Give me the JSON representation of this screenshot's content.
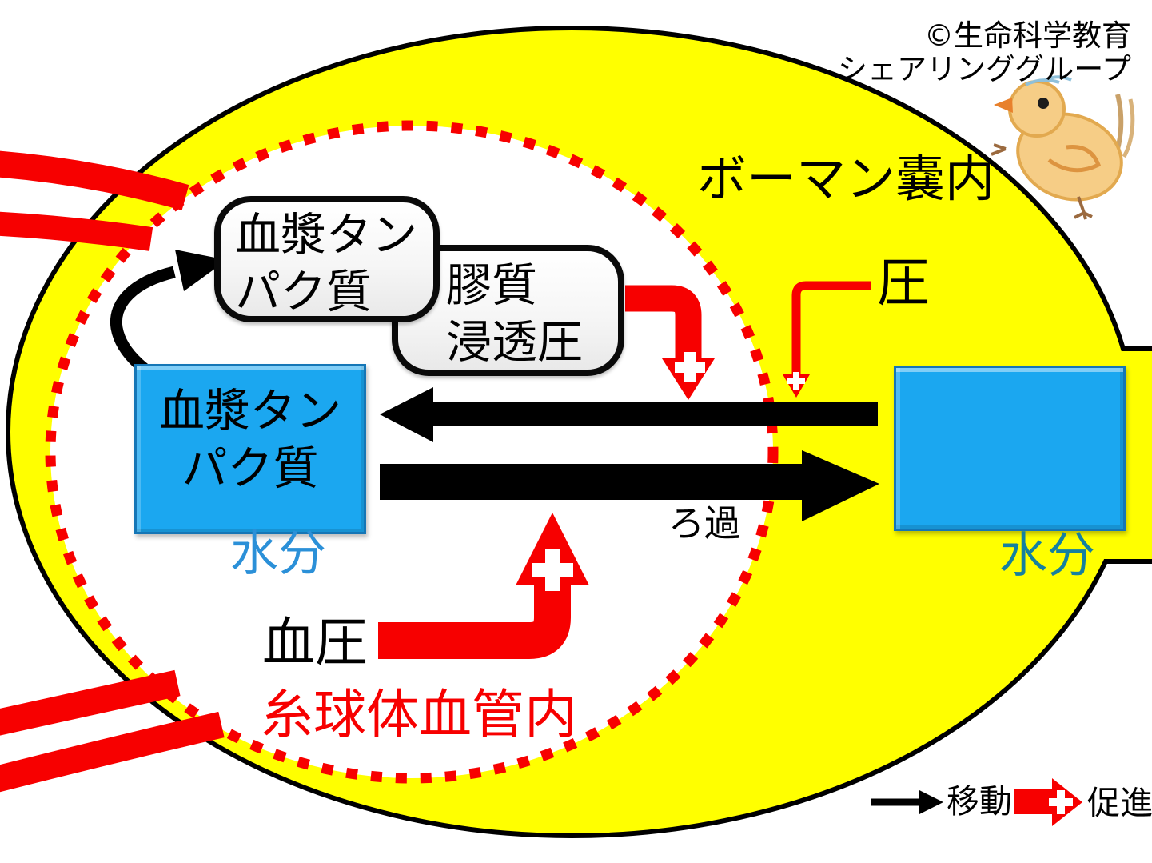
{
  "credit": {
    "line1": "©生命科学教育",
    "line2": "シェアリンググループ"
  },
  "capsule": {
    "label": "ボーマン嚢内"
  },
  "glomerulus": {
    "label": "糸球体血管内"
  },
  "pressure": {
    "label": "圧"
  },
  "blood_pressure": {
    "label": "血圧"
  },
  "filtration": {
    "label": "ろ過"
  },
  "plasma_bubble": {
    "line1": "血漿タン",
    "line2": "パク質"
  },
  "osmotic_bubble": {
    "line1": "膠質",
    "line2": "浸透圧"
  },
  "left_box": {
    "line1": "血漿タン",
    "line2": "パク質",
    "water": "水分"
  },
  "right_box": {
    "water": "水分"
  },
  "legend": {
    "move": "移動",
    "promote": "促進"
  },
  "colors": {
    "capsule_yellow": "#ffff00",
    "red": "#f70000",
    "box_blue": "#1ba7f0",
    "water_left_text": "#2b90d8",
    "water_right_text": "#15809f",
    "outline_black": "#000000"
  }
}
